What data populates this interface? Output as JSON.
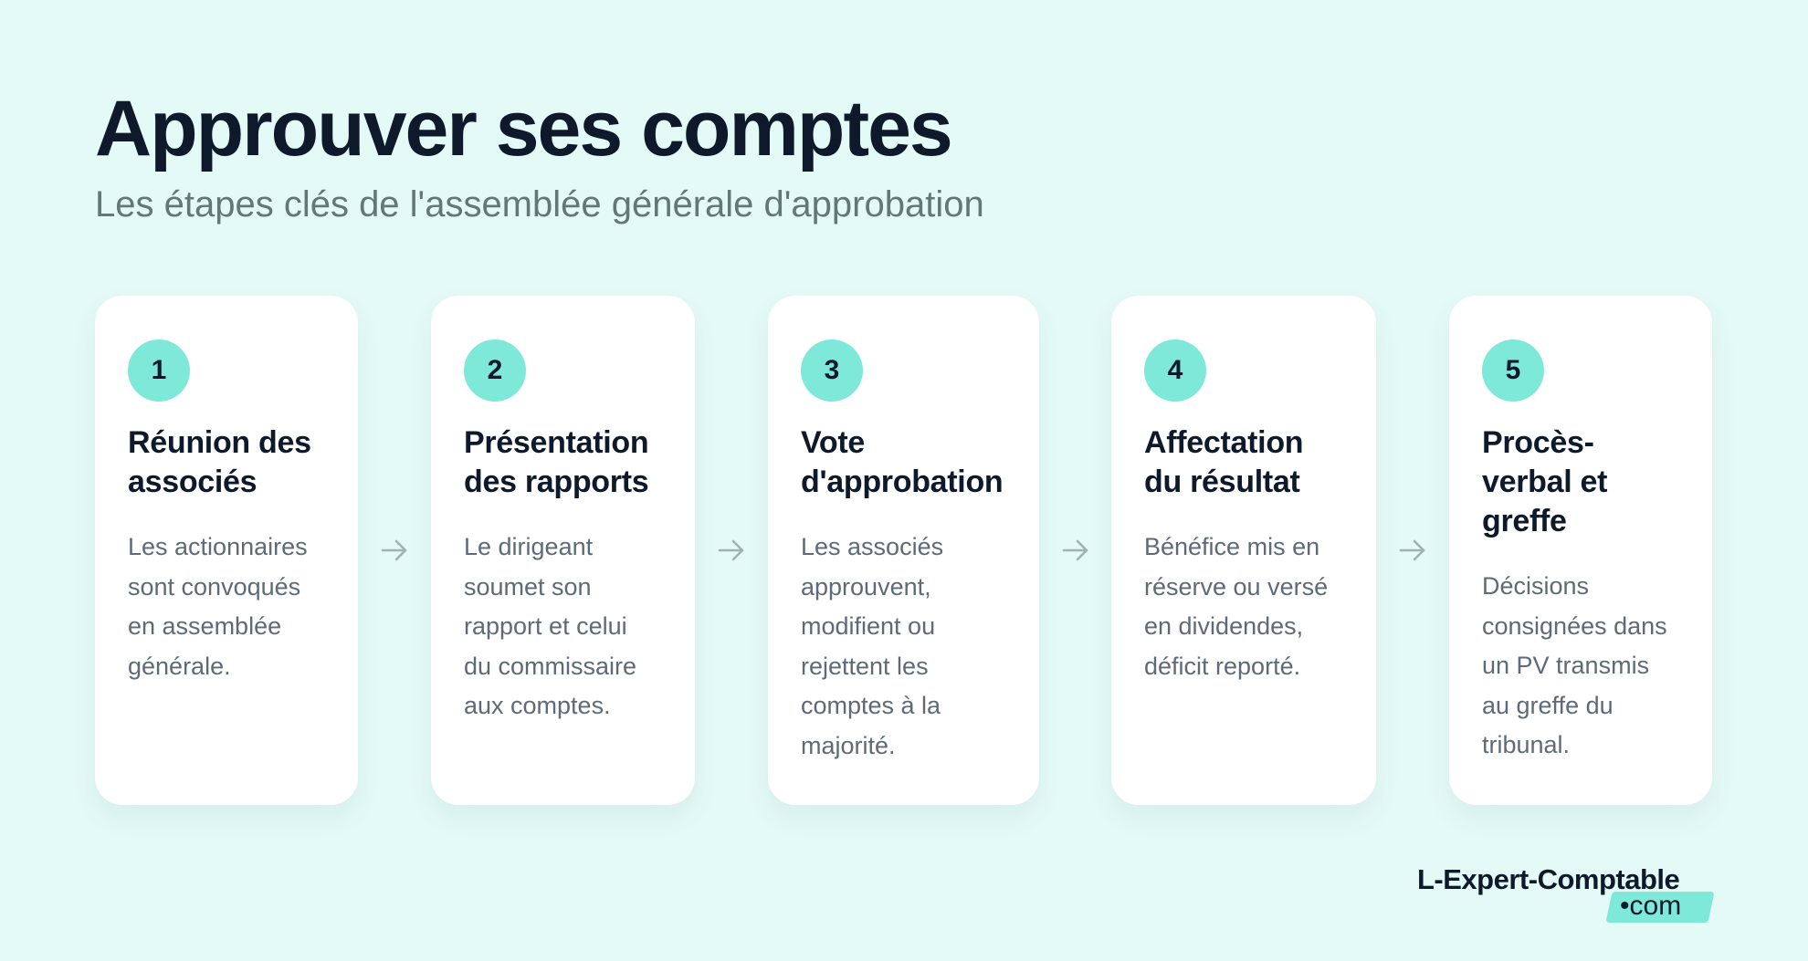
{
  "header": {
    "title": "Approuver ses comptes",
    "subtitle": "Les étapes clés de l'assemblée générale d'approbation"
  },
  "steps": [
    {
      "number": "1",
      "title_lines": [
        "Réunion des",
        "associés"
      ],
      "text_lines": [
        "Les actionnaires",
        "sont convoqués",
        "en assemblée",
        "générale."
      ]
    },
    {
      "number": "2",
      "title_lines": [
        "Présentation",
        "des rapports"
      ],
      "text_lines": [
        "Le dirigeant",
        "soumet son",
        "rapport et celui",
        "du commissaire",
        "aux comptes."
      ]
    },
    {
      "number": "3",
      "title_lines": [
        "Vote",
        "d'approbation"
      ],
      "text_lines": [
        "Les associés",
        "approuvent,",
        "modifient ou",
        "rejettent les",
        "comptes à la",
        "majorité."
      ]
    },
    {
      "number": "4",
      "title_lines": [
        "Affectation",
        "du résultat"
      ],
      "text_lines": [
        "Bénéfice mis en",
        "réserve ou versé",
        "en dividendes,",
        "déficit reporté."
      ]
    },
    {
      "number": "5",
      "title_lines": [
        "Procès-",
        "verbal et",
        "greffe"
      ],
      "text_lines": [
        "Décisions",
        "consignées dans",
        "un PV transmis",
        "au greffe du",
        "tribunal."
      ]
    }
  ],
  "logo": {
    "main": "L-Expert-Comptable",
    "suffix": "•com"
  },
  "colors": {
    "background": "#e4faf6",
    "accent": "#7ee8d9",
    "title": "#0e1a2b",
    "body_text": "#5e6a78",
    "arrow": "#9fb4b2"
  }
}
